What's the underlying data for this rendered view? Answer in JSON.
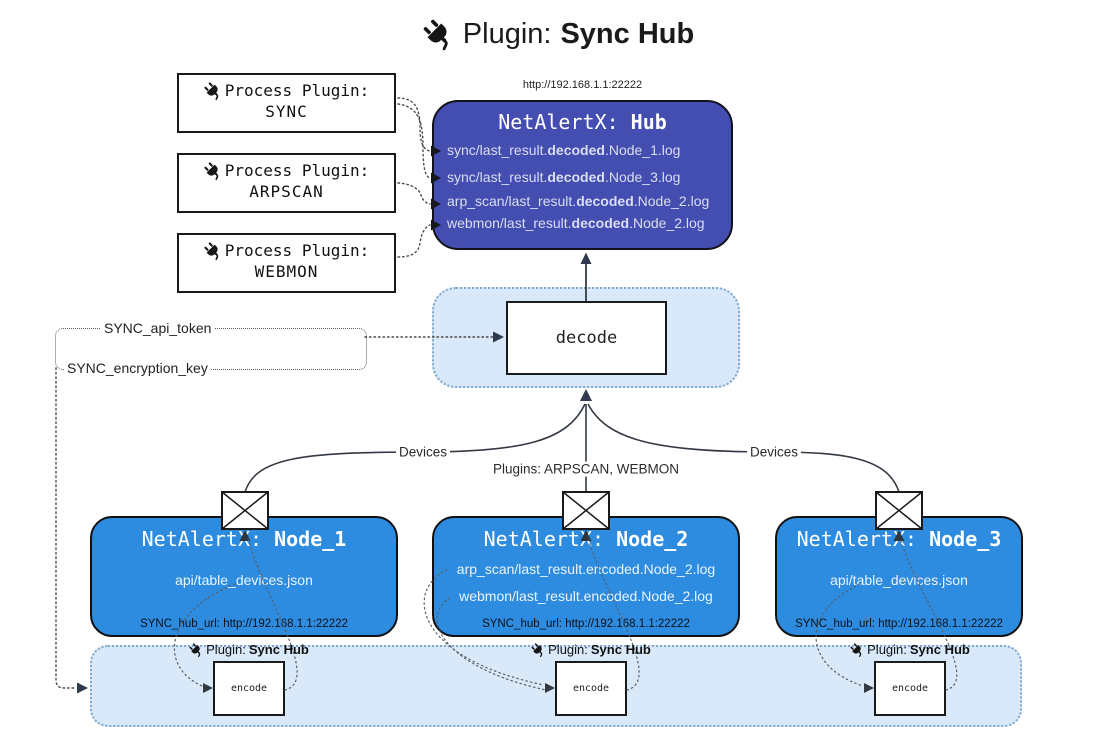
{
  "colors": {
    "hub-bg": "#444db0",
    "hub-text": "#d9def0",
    "node-bg": "#2d8ce0",
    "node-text": "#e9f4fd",
    "panel-bg": "#d9e9f9",
    "panel-border": "#7fa7cc"
  },
  "title": {
    "icon": "plug-icon",
    "prefix": "Plugin:",
    "bold": "Sync Hub"
  },
  "process_plugins": [
    {
      "label": "Process Plugin:",
      "name": "SYNC"
    },
    {
      "label": "Process Plugin:",
      "name": "ARPSCAN"
    },
    {
      "label": "Process Plugin:",
      "name": "WEBMON"
    }
  ],
  "hub": {
    "url": "http://192.168.1.1:22222",
    "title_prefix": "NetAlertX: ",
    "title_bold": "Hub",
    "lines": [
      {
        "pre": "sync/last_result.",
        "bold": "decoded",
        "post": ".Node_1.log"
      },
      {
        "pre": "sync/last_result.",
        "bold": "decoded",
        "post": ".Node_3.log"
      },
      {
        "pre": "arp_scan/last_result.",
        "bold": "decoded",
        "post": ".Node_2.log"
      },
      {
        "pre": "webmon/last_result.",
        "bold": "decoded",
        "post": ".Node_2.log"
      }
    ]
  },
  "decode": {
    "label": "decode"
  },
  "tokens": {
    "api_token": "SYNC_api_token",
    "encryption_key": "SYNC_encryption_key"
  },
  "edges": {
    "devices_left": "Devices",
    "devices_right": "Devices",
    "plugins": "Plugins: ARPSCAN, WEBMON"
  },
  "nodes": [
    {
      "title_prefix": "NetAlertX: ",
      "title_bold": "Node_1",
      "lines": [
        "api/table_devices.json"
      ],
      "hub_url": "SYNC_hub_url: http://192.168.1.1:22222"
    },
    {
      "title_prefix": "NetAlertX: ",
      "title_bold": "Node_2",
      "lines": [
        "arp_scan/last_result.encoded.Node_2.log",
        "webmon/last_result.encoded.Node_2.log"
      ],
      "hub_url": "SYNC_hub_url: http://192.168.1.1:22222"
    },
    {
      "title_prefix": "NetAlertX: ",
      "title_bold": "Node_3",
      "lines": [
        "api/table_devices.json"
      ],
      "hub_url": "SYNC_hub_url: http://192.168.1.1:22222"
    }
  ],
  "encoders": [
    {
      "plugin_prefix": "Plugin: ",
      "plugin_bold": "Sync Hub",
      "label": "encode"
    },
    {
      "plugin_prefix": "Plugin: ",
      "plugin_bold": "Sync Hub",
      "label": "encode"
    },
    {
      "plugin_prefix": "Plugin: ",
      "plugin_bold": "Sync Hub",
      "label": "encode"
    }
  ]
}
